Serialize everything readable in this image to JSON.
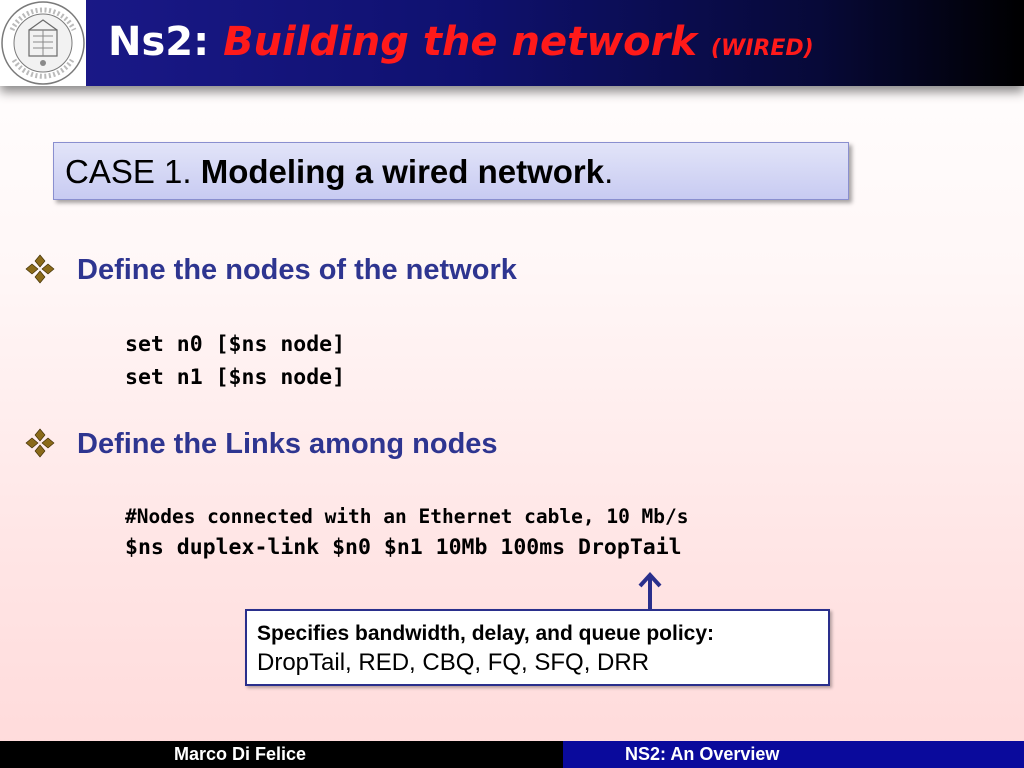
{
  "header": {
    "logo_icon": "university-seal-icon",
    "logo_text": "ALMA MATER STUDIORUM · A.D. 1088",
    "title_main": "Ns2:",
    "title_accent": "Building the network",
    "title_small": "(WIRED)"
  },
  "case_box": {
    "prefix": "CASE 1.",
    "emphasis": "Modeling a wired network",
    "suffix": "."
  },
  "sections": [
    {
      "bullet_icon": "diamond-bullet-icon",
      "heading": "Define the nodes of the network",
      "code": [
        "set n0 [$ns node]",
        "set n1 [$ns node]"
      ]
    },
    {
      "bullet_icon": "diamond-bullet-icon",
      "heading": "Define the Links among nodes",
      "code": [
        "#Nodes connected with an Ethernet cable, 10 Mb/s",
        "$ns duplex-link $n0 $n1 10Mb 100ms DropTail"
      ]
    }
  ],
  "callout": {
    "arrow_icon": "arrow-up-icon",
    "title": "Specifies bandwidth, delay, and queue policy:",
    "body": "DropTail, RED, CBQ, FQ, SFQ, DRR"
  },
  "footer": {
    "author": "Marco Di Felice",
    "course": "NS2: An Overview"
  },
  "colors": {
    "header_blue": "#1c1a8c",
    "title_red": "#ff1a1a",
    "heading_blue": "#2e3590",
    "bullet_gold": "#8a6a1a",
    "footer_blue": "#0a0a9c"
  }
}
